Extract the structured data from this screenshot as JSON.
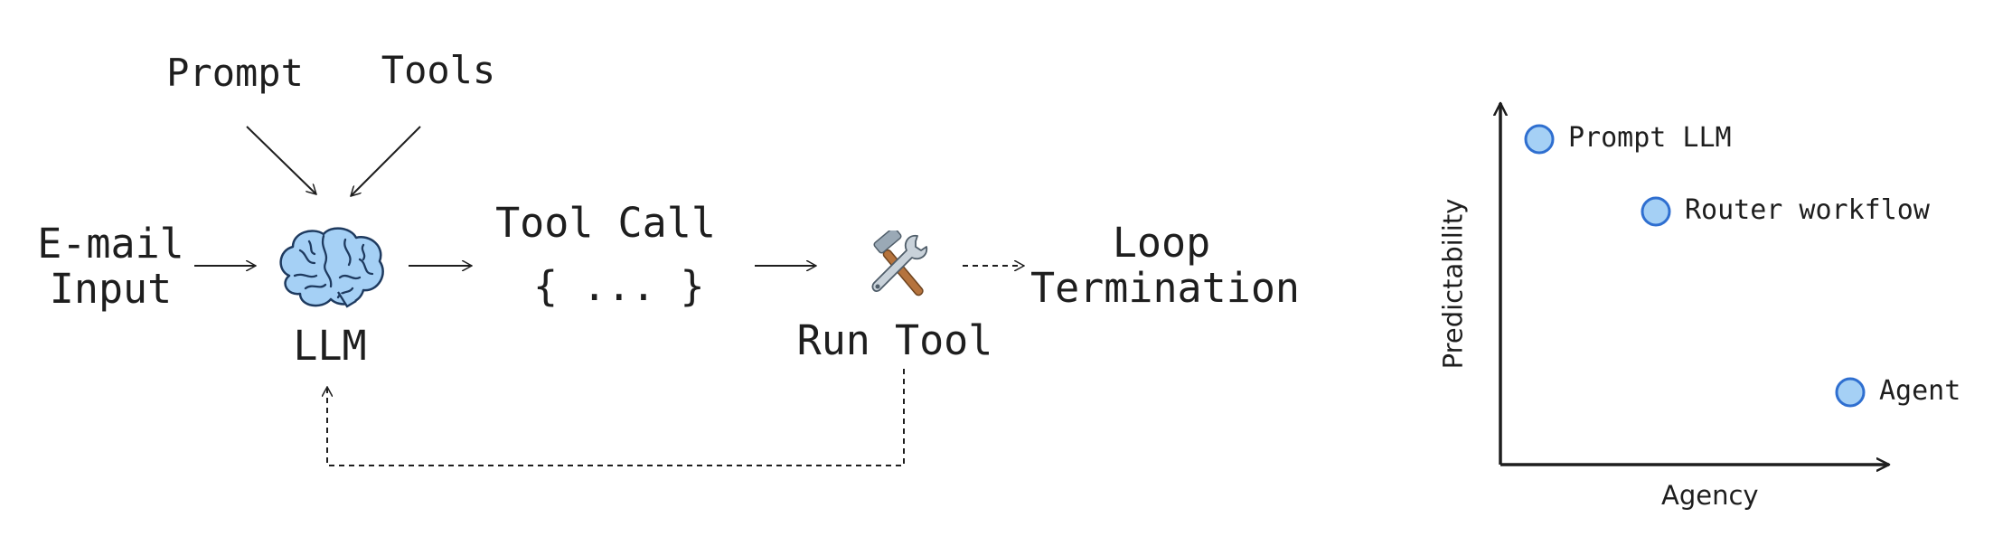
{
  "flow": {
    "prompt": "Prompt",
    "tools": "Tools",
    "input_line1": "E-mail",
    "input_line2": "Input",
    "llm": "LLM",
    "tool_call": "Tool Call",
    "tool_call_body": "{ ... }",
    "run_tool": "Run Tool",
    "loop_line1": "Loop",
    "loop_line2": "Termination",
    "icons": [
      "brain-icon",
      "hammer-wrench-icon"
    ]
  },
  "chart_data": {
    "type": "scatter",
    "xlabel": "Agency",
    "ylabel": "Predictability",
    "points": [
      {
        "label": "Prompt LLM",
        "agency": 1,
        "predictability": 9
      },
      {
        "label": "Router workflow",
        "agency": 4,
        "predictability": 7
      },
      {
        "label": "Agent",
        "agency": 9,
        "predictability": 2
      }
    ],
    "xlim": [
      0,
      10
    ],
    "ylim": [
      0,
      10
    ],
    "point_color": "#a5d0f5",
    "point_stroke": "#2f6fd0",
    "grid": false
  }
}
